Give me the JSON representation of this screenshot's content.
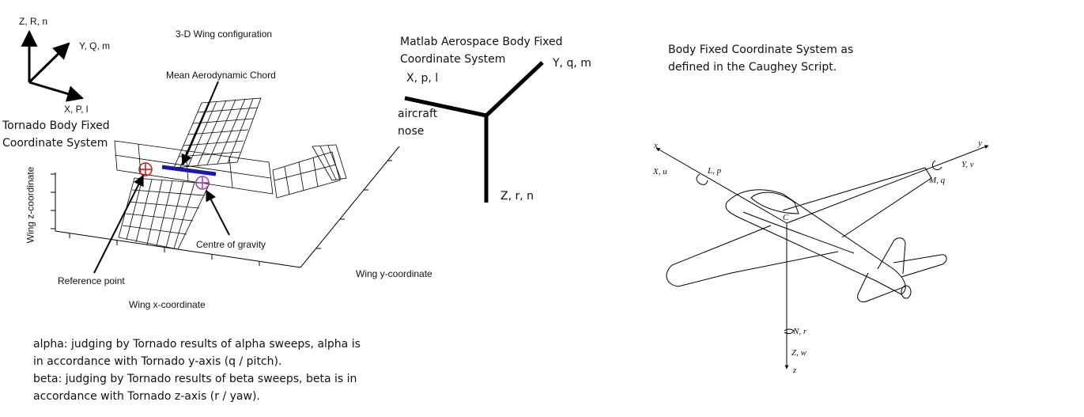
{
  "panel_left": {
    "axis_z_label": "Z, R, n",
    "axis_y_label": "Y, Q, m",
    "axis_x_label": "X, P, l",
    "title": "3-D Wing configuration",
    "mac_label": "Mean Aerodynamic Chord",
    "tornado_title_line1": "Tornado Body Fixed",
    "tornado_title_line2": "Coordinate System",
    "ylabel_vertical": "Wing z-coordinate",
    "cg_label": "Centre of gravity",
    "ref_label": "Reference point",
    "xlabel": "Wing x-coordinate",
    "y_coord_label": "Wing y-coordinate"
  },
  "panel_middle": {
    "title_line1": "Matlab Aerospace Body Fixed",
    "title_line2": "Coordinate System",
    "x_label": "X, p, l",
    "y_label": "Y, q, m",
    "z_label": "Z, r, n",
    "nose_line1": "aircraft",
    "nose_line2": "nose"
  },
  "panel_right": {
    "title_line1": "Body Fixed Coordinate System as",
    "title_line2": "defined in the Caughey Script.",
    "lbl_x_axis": "x",
    "lbl_xu": "X, u",
    "lbl_lp": "L, p",
    "lbl_y_axis": "y",
    "lbl_yv": "Y, v",
    "lbl_mq": "M, q",
    "lbl_c": "C",
    "lbl_nr": "N, r",
    "lbl_zw": "Z, w",
    "lbl_z_axis": "z"
  },
  "notes": {
    "line1": "alpha: judging by Tornado results of alpha sweeps, alpha is",
    "line2": "in accordance with Tornado y-axis (q  / pitch).",
    "line3": "beta: judging by Tornado results of beta sweeps, beta is in",
    "line4": "accordance with Tornado z-axis (r / yaw)."
  },
  "colors": {
    "mac_line": "#1a1aa8",
    "reference_marker": "#cc2020",
    "cg_marker": "#b040b0"
  }
}
